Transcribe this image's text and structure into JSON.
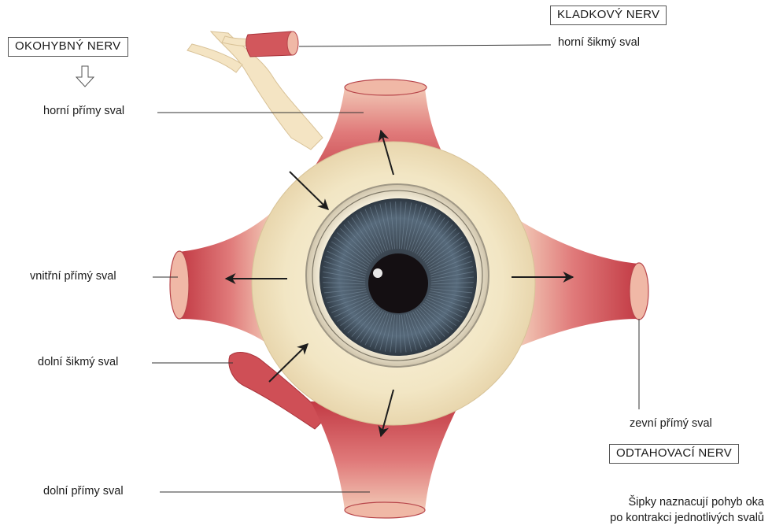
{
  "nerves": {
    "oculomotor": "OKOHYBNÝ NERV",
    "trochlear": "KLADKOVÝ NERV",
    "abducens": "ODTAHOVACÍ NERV"
  },
  "muscles": {
    "superior_oblique": "horní šikmý sval",
    "superior_rectus": "horní přímy sval",
    "medial_rectus": "vnitřní přímý sval",
    "inferior_oblique": "dolní šikmý sval",
    "inferior_rectus": "dolní přímy sval",
    "lateral_rectus": "zevní přímý sval"
  },
  "note": {
    "line1": "Šipky naznacují pohyb oka",
    "line2": "po kontrakci jednotlivých svalů"
  },
  "colors": {
    "muscle": "#c9434c",
    "muscle_light": "#f1b7ae",
    "sclera": "#f3e7c6",
    "nerve": "#f5e6c8",
    "iris": "#4a5866",
    "pupil": "#140f12",
    "arrow": "#1c1c1c",
    "leader_line": "#333333"
  }
}
